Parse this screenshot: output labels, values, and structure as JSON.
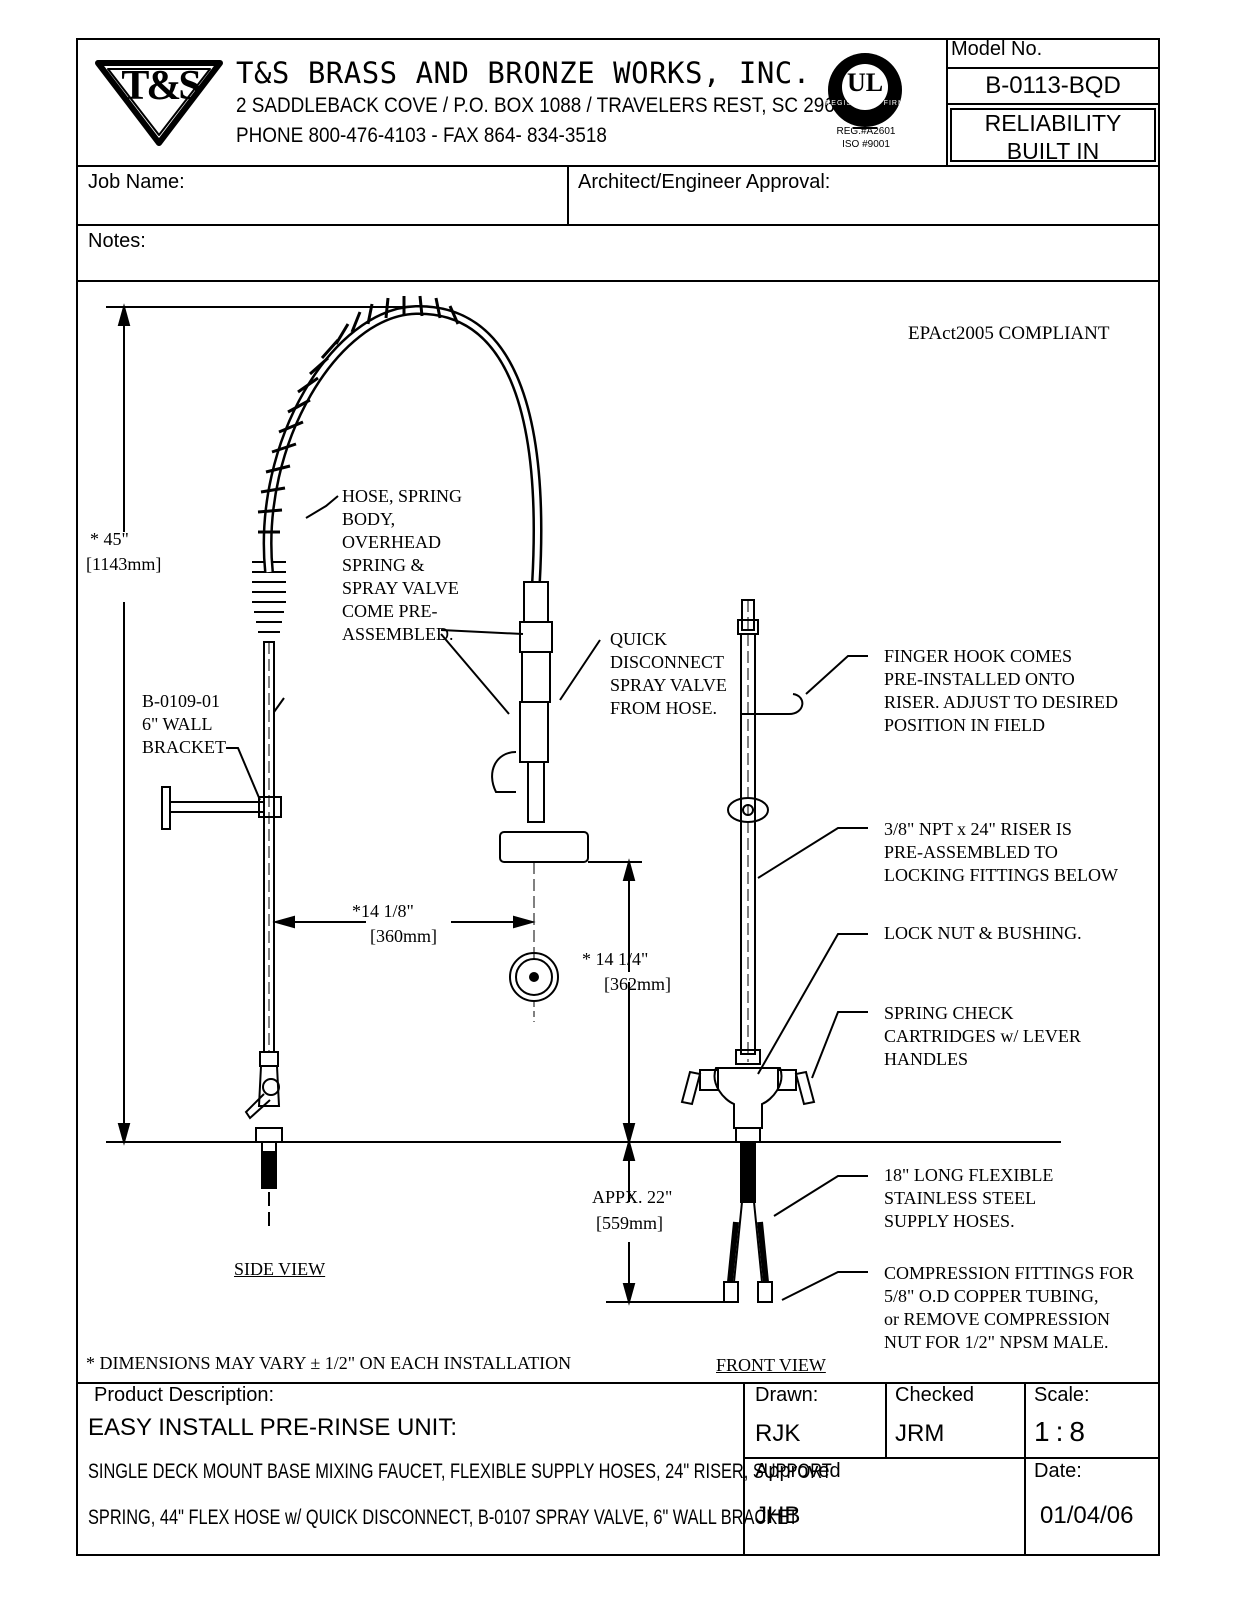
{
  "company": {
    "logo_text": "T&S",
    "name": "T&S BRASS AND BRONZE WORKS, INC.",
    "address": "2 SADDLEBACK COVE / P.O. BOX 1088 / TRAVELERS REST, SC 29690",
    "phone_fax": "PHONE 800-476-4103 - FAX  864- 834-3518",
    "ul_mark": "UL",
    "ul_ring": "REGISTERED FIRM",
    "reg": "REG.#A2601",
    "iso": "ISO #9001"
  },
  "model": {
    "label": "Model No.",
    "value": "B-0113-BQD",
    "slogan_line1": "RELIABILITY",
    "slogan_line2": "BUILT IN"
  },
  "form": {
    "job_name_label": "Job Name:",
    "approval_label": "Architect/Engineer Approval:",
    "notes_label": "Notes:"
  },
  "drawing": {
    "compliance": "EPAct2005 COMPLIANT",
    "height_dim": "* 45\"",
    "height_mm": "[1143mm]",
    "reach_dim": "*14 1/8\"",
    "reach_mm": "[360mm]",
    "clearance_dim": "* 14 1/4\"",
    "clearance_mm": "[362mm]",
    "below_dim": "APPX. 22\"",
    "below_mm": "[559mm]",
    "note_hose": "HOSE, SPRING\nBODY,\nOVERHEAD\nSPRING &\nSPRAY VALVE\nCOME PRE-\nASSEMBLED.",
    "note_bracket": "B-0109-01\n6\" WALL\nBRACKET",
    "note_quick": "QUICK\nDISCONNECT\nSPRAY VALVE\nFROM HOSE.",
    "note_finger": "FINGER HOOK COMES\nPRE-INSTALLED ONTO\nRISER. ADJUST TO DESIRED\nPOSITION IN FIELD",
    "note_riser": "3/8\" NPT x 24\" RISER IS\nPRE-ASSEMBLED TO\nLOCKING FITTINGS BELOW",
    "note_lock": "LOCK NUT & BUSHING.",
    "note_spring": "SPRING CHECK\nCARTRIDGES w/ LEVER\nHANDLES",
    "note_hoses": "18\" LONG FLEXIBLE\nSTAINLESS STEEL\nSUPPLY HOSES.",
    "note_comp": "COMPRESSION FITTINGS FOR\n5/8\" O.D COPPER TUBING,\nor REMOVE COMPRESSION\nNUT FOR 1/2\" NPSM MALE.",
    "side_view": "SIDE VIEW",
    "front_view": "FRONT VIEW",
    "dimensions_note": "* DIMENSIONS MAY VARY ± 1/2\" ON EACH INSTALLATION"
  },
  "footer": {
    "product_label": "Product Description:",
    "product_title": "EASY INSTALL PRE-RINSE UNIT:",
    "product_line1": "SINGLE DECK MOUNT BASE MIXING FAUCET, FLEXIBLE SUPPLY HOSES, 24\" RISER, SUPPORT",
    "product_line2": "SPRING, 44\" FLEX HOSE w/ QUICK DISCONNECT, B-0107 SPRAY VALVE, 6\" WALL BRACKET",
    "drawn_label": "Drawn:",
    "drawn_value": "RJK",
    "checked_label": "Checked",
    "checked_value": "JRM",
    "scale_label": "Scale:",
    "scale_value": "1:8",
    "approved_label": "Approved",
    "approved_value": "JHB",
    "date_label": "Date:",
    "date_value": "01/04/06"
  }
}
